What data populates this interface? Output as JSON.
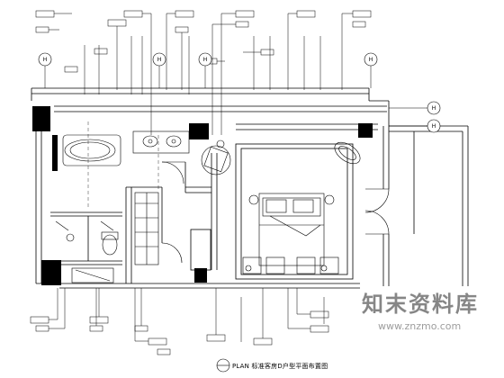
{
  "drawing": {
    "title": "PLAN 标准客房D户型平面布置图"
  },
  "grid_markers": [
    {
      "id": "grid-bubble-top-1",
      "label": "H"
    },
    {
      "id": "grid-bubble-top-2",
      "label": "H"
    },
    {
      "id": "grid-bubble-top-3",
      "label": "H"
    },
    {
      "id": "grid-bubble-top-4",
      "label": "H"
    },
    {
      "id": "grid-bubble-right-1",
      "label": "H"
    },
    {
      "id": "grid-bubble-right-2",
      "label": "H"
    }
  ],
  "watermark": {
    "brand": "知末资料库",
    "url": "www.znzmo.com"
  },
  "colors": {
    "line": "#000000",
    "fill_dark": "#000000",
    "background": "#ffffff"
  }
}
